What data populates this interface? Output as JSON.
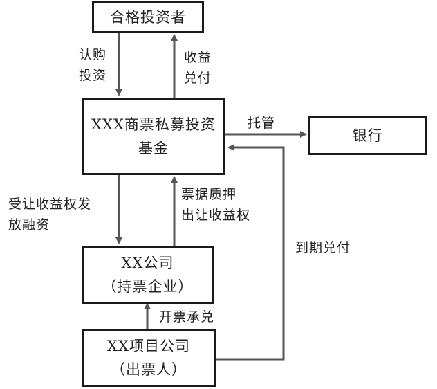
{
  "nodes": {
    "investor": {
      "label": "合格投资者"
    },
    "fund": {
      "line1": "XXX商票私募投资",
      "line2": "基金"
    },
    "bank": {
      "label": "银行"
    },
    "holder": {
      "line1": "XX公司",
      "line2": "（持票企业）"
    },
    "issuer": {
      "line1": "XX项目公司",
      "line2": "（出票人）"
    }
  },
  "edges": {
    "subscribe": {
      "line1": "认购",
      "line2": "投资"
    },
    "payout": {
      "line1": "收益",
      "line2": "兑付"
    },
    "custody": {
      "label": "托管"
    },
    "financing": {
      "line1": "受让收益权发",
      "line2": "放融资"
    },
    "pledge": {
      "line1": "票据质押",
      "line2": "出让收益权"
    },
    "issue": {
      "label": "开票承兑"
    },
    "maturity": {
      "label": "到期兑付"
    }
  },
  "colors": {
    "line": "#555555",
    "border": "#1a1a1a"
  }
}
